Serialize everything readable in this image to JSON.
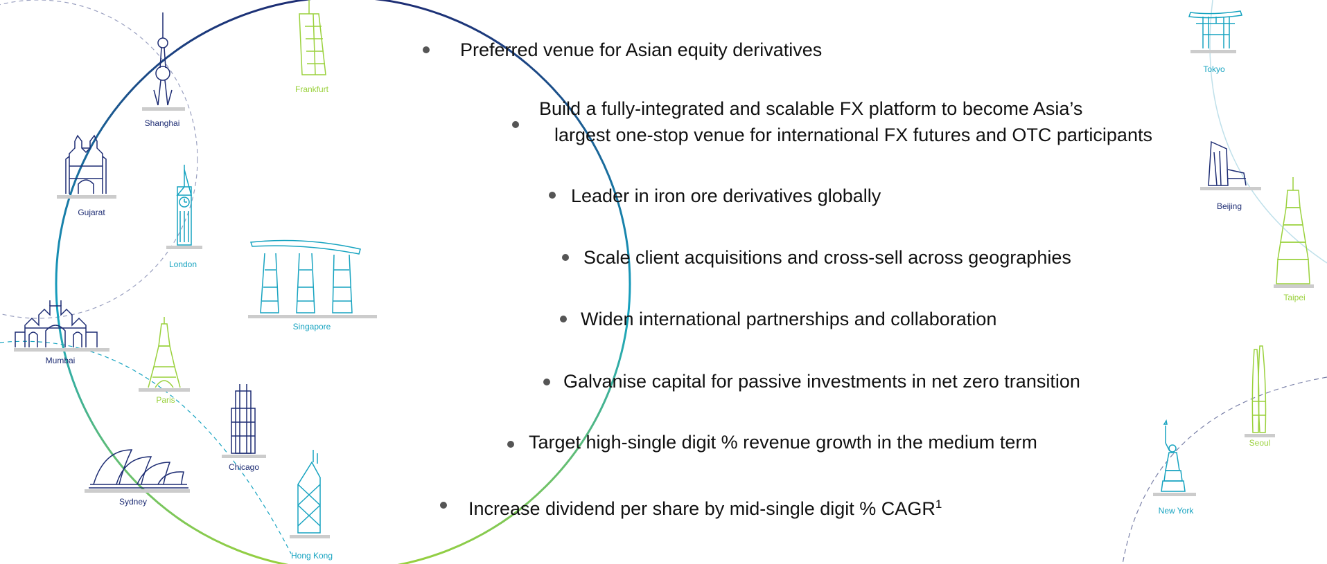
{
  "colors": {
    "navy": "#1d2c73",
    "teal": "#16a3c0",
    "lime": "#9ad13c",
    "sky": "#3da3c9",
    "dot": "#555555"
  },
  "cities": {
    "frankfurt": "Frankfurt",
    "shanghai": "Shanghai",
    "gujarat": "Gujarat",
    "london": "London",
    "singapore": "Singapore",
    "mumbai": "Mumbai",
    "paris": "Paris",
    "chicago": "Chicago",
    "sydney": "Sydney",
    "hong_kong": "Hong Kong",
    "tokyo": "Tokyo",
    "beijing": "Beijing",
    "taipei": "Taipei",
    "seoul": "Seoul",
    "new_york": "New York"
  },
  "goals": [
    {
      "line1": "Preferred venue for Asian equity derivatives",
      "line2": ""
    },
    {
      "line1": "Build a fully-integrated and scalable FX platform to become Asia’s",
      "line2": "largest one-stop venue for international FX futures and OTC participants"
    },
    {
      "line1": "Leader in iron ore derivatives globally",
      "line2": ""
    },
    {
      "line1": "Scale client acquisitions and cross-sell across geographies",
      "line2": ""
    },
    {
      "line1": "Widen international partnerships and collaboration",
      "line2": ""
    },
    {
      "line1": "Galvanise capital for passive investments in net zero transition",
      "line2": ""
    },
    {
      "line1": "Target high-single digit % revenue growth in the medium term",
      "line2": ""
    },
    {
      "line1": "Increase dividend per share by mid-single digit % CAGR",
      "line2": "",
      "sup": "1"
    }
  ]
}
